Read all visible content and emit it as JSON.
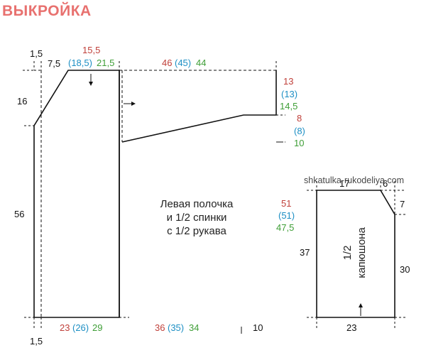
{
  "title": "ВЫКРОЙКА",
  "watermark": "shkatulka-rukodeliya.com",
  "colors": {
    "red": "#c0403a",
    "blue": "#1d8fc4",
    "green": "#3e9e36",
    "black": "#111111",
    "title": "#e8716f"
  },
  "main_piece": {
    "caption_lines": [
      "Левая полочка",
      "и 1/2 спинки",
      "с 1/2 рукава"
    ],
    "dims": {
      "left_top_1_5": "1,5",
      "left_bottom_1_5": "1,5",
      "neck_7_5": "7,5",
      "shoulder_top_red": "15,5",
      "shoulder_blue": "(18,5)",
      "shoulder_green": "21,5",
      "neck_depth_16": "16",
      "height_56": "56",
      "sleeve_len_red": "46",
      "sleeve_len_blue": "(45)",
      "sleeve_len_green": "44",
      "cuff_red": "13",
      "cuff_blue": "(13)",
      "cuff_green": "14,5",
      "underarm_red": "8",
      "underarm_blue": "(8)",
      "underarm_green": "10",
      "side_red": "51",
      "side_blue": "(51)",
      "side_green": "47,5",
      "bottom_red": "23",
      "bottom_blue": "(26)",
      "bottom_green": "29",
      "under_sleeve_red": "36",
      "under_sleeve_blue": "(35)",
      "under_sleeve_green": "34",
      "gap_10": "10"
    }
  },
  "hood": {
    "caption_line1": "1/2",
    "caption_line2": "капюшона",
    "dims": {
      "top_17": "17",
      "top_6": "6",
      "slope_7": "7",
      "left_37": "37",
      "right_30": "30",
      "bottom_23": "23"
    }
  }
}
